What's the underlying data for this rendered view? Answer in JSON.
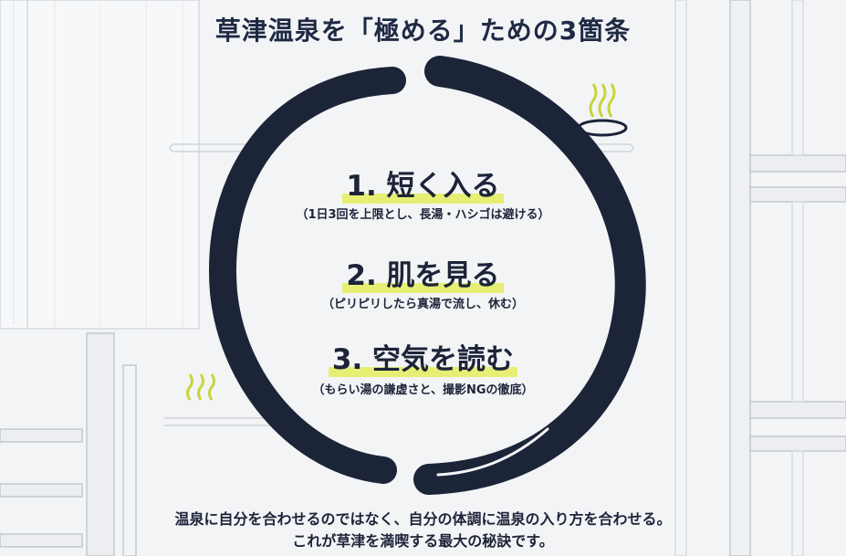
{
  "title": "草津温泉を「極める」ための3箇条",
  "rules": [
    {
      "heading": "1. 短く入る",
      "sub": "（1日3回を上限とし、長湯・ハシゴは避ける）"
    },
    {
      "heading": "2. 肌を見る",
      "sub": "（ピリピリしたら真湯で流し、休む）"
    },
    {
      "heading": "3. 空気を読む",
      "sub": "（もらい湯の謙虚さと、撮影NGの徹底）"
    }
  ],
  "footer": {
    "line1": "温泉に自分を合わせるのではなく、自分の体調に温泉の入り方を合わせる。",
    "line2": "これが草津を満喫する最大の秘訣です。"
  },
  "colors": {
    "ink": "#1c2438",
    "highlight": "#e6ef74",
    "steam": "#c9d43a",
    "background": "#f3f4f6"
  },
  "icons": [
    "hot-spring-icon",
    "steam-icon"
  ]
}
